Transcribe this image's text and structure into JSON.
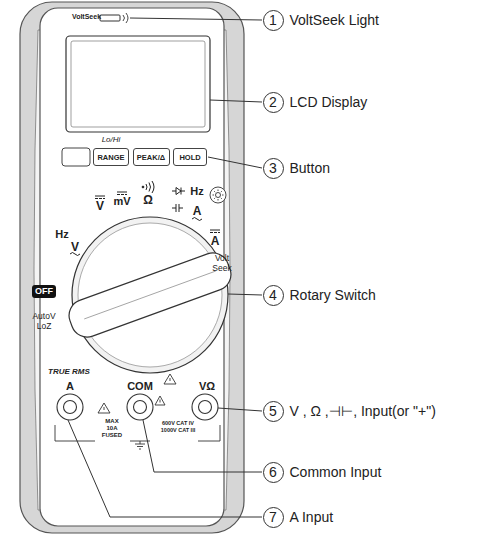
{
  "diagram": {
    "nodes": [
      {
        "text": [
          "RANGE"
        ]
      },
      {
        "text": [
          "PEAK/Δ"
        ]
      },
      {
        "text": [
          "HOLD"
        ]
      },
      {
        "text": [
          "1",
          "VoltSeek Light"
        ]
      },
      {
        "text": [
          "2",
          "LCD Display"
        ]
      },
      {
        "text": [
          "3",
          "Button"
        ]
      },
      {
        "text": [
          "4",
          "Rotary Switch"
        ]
      },
      {
        "text": [
          "5",
          "V , Ω ,⊣⊢, Input(or \"+\")"
        ]
      },
      {
        "text": [
          "6",
          "Common Input"
        ]
      },
      {
        "text": [
          "7",
          "A Input"
        ]
      }
    ],
    "labels": [
      "VoltSeek",
      "Lo/Hi",
      "Hz",
      "V",
      "V",
      "mV",
      "Ω",
      "Hz",
      "A",
      "A",
      "OFF",
      "AutoV",
      "LoZ",
      "Volt",
      "Seek",
      "TRUE RMS",
      "A",
      "COM",
      "VΩ",
      "MAX",
      "10A",
      "FUSED",
      "600V CAT IV",
      "1000V CAT III"
    ]
  }
}
